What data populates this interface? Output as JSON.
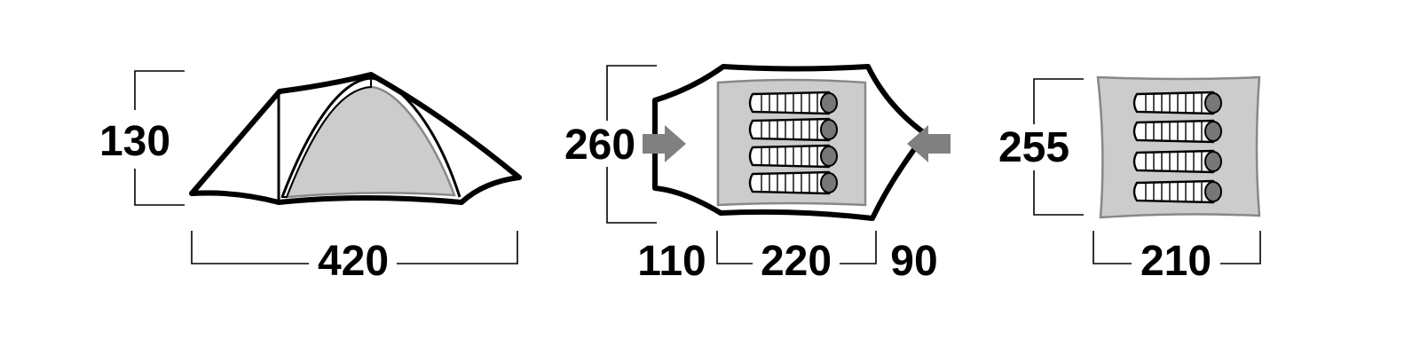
{
  "colors": {
    "outline": "#000000",
    "fill_gray": "#cccccc",
    "sleeping_bag_head": "#777777",
    "arrow": "#808080",
    "background": "#ffffff"
  },
  "side_view": {
    "height_label": "130",
    "length_label": "420"
  },
  "top_view": {
    "width_label": "260",
    "vestibule_left_label": "110",
    "inner_length_label": "220",
    "vestibule_right_label": "90",
    "sleeping_bag_count": 4
  },
  "inner_tent": {
    "width_label": "255",
    "length_label": "210",
    "sleeping_bag_count": 4
  },
  "icons": [
    "left-entrance-arrow-icon",
    "right-entrance-arrow-icon",
    "sleeping-bag-icon"
  ]
}
